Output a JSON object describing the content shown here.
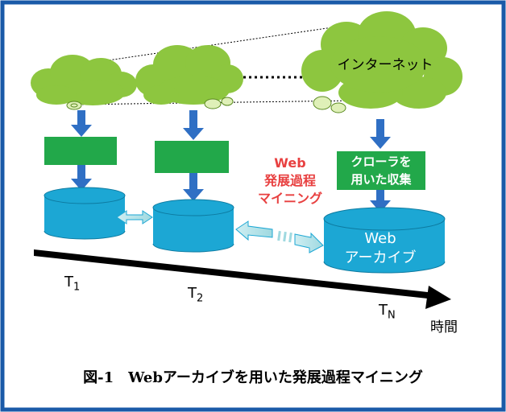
{
  "diagram": {
    "internet_label": "インターネット",
    "crawler_label_line1": "クローラを",
    "crawler_label_line2": "用いた収集",
    "archive_label_line1": "Web",
    "archive_label_line2": "アーカイブ",
    "mining_line1": "Web",
    "mining_line2": "発展過程",
    "mining_line3": "マイニング",
    "t1": "T",
    "t1_sub": "1",
    "t2": "T",
    "t2_sub": "2",
    "tn": "T",
    "tn_sub": "N",
    "time_label": "時間"
  },
  "caption": "図-1　Webアーカイブを用いた発展過程マイニング",
  "colors": {
    "frame": "#1a5aa8",
    "cloud": "#8dc63f",
    "box": "#22a84a",
    "cylinder": "#1ca7d4",
    "arrow": "#2f6fc4",
    "timeline": "#000000",
    "mining_text": "#e84040"
  }
}
